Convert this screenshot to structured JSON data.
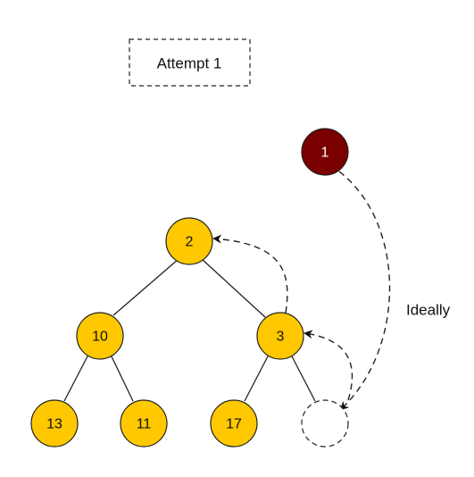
{
  "title": "Attempt 1",
  "annotation": "Ideally",
  "colors": {
    "node_fill": "#FFC800",
    "highlight_fill": "#7A0000",
    "highlight_text": "#ffffff",
    "node_text": "#111111",
    "line": "#222222"
  },
  "nodes": {
    "incoming": "1",
    "root": "2",
    "left": "10",
    "right": "3",
    "left_left": "13",
    "left_right": "11",
    "right_left": "17",
    "empty_slot": ""
  }
}
